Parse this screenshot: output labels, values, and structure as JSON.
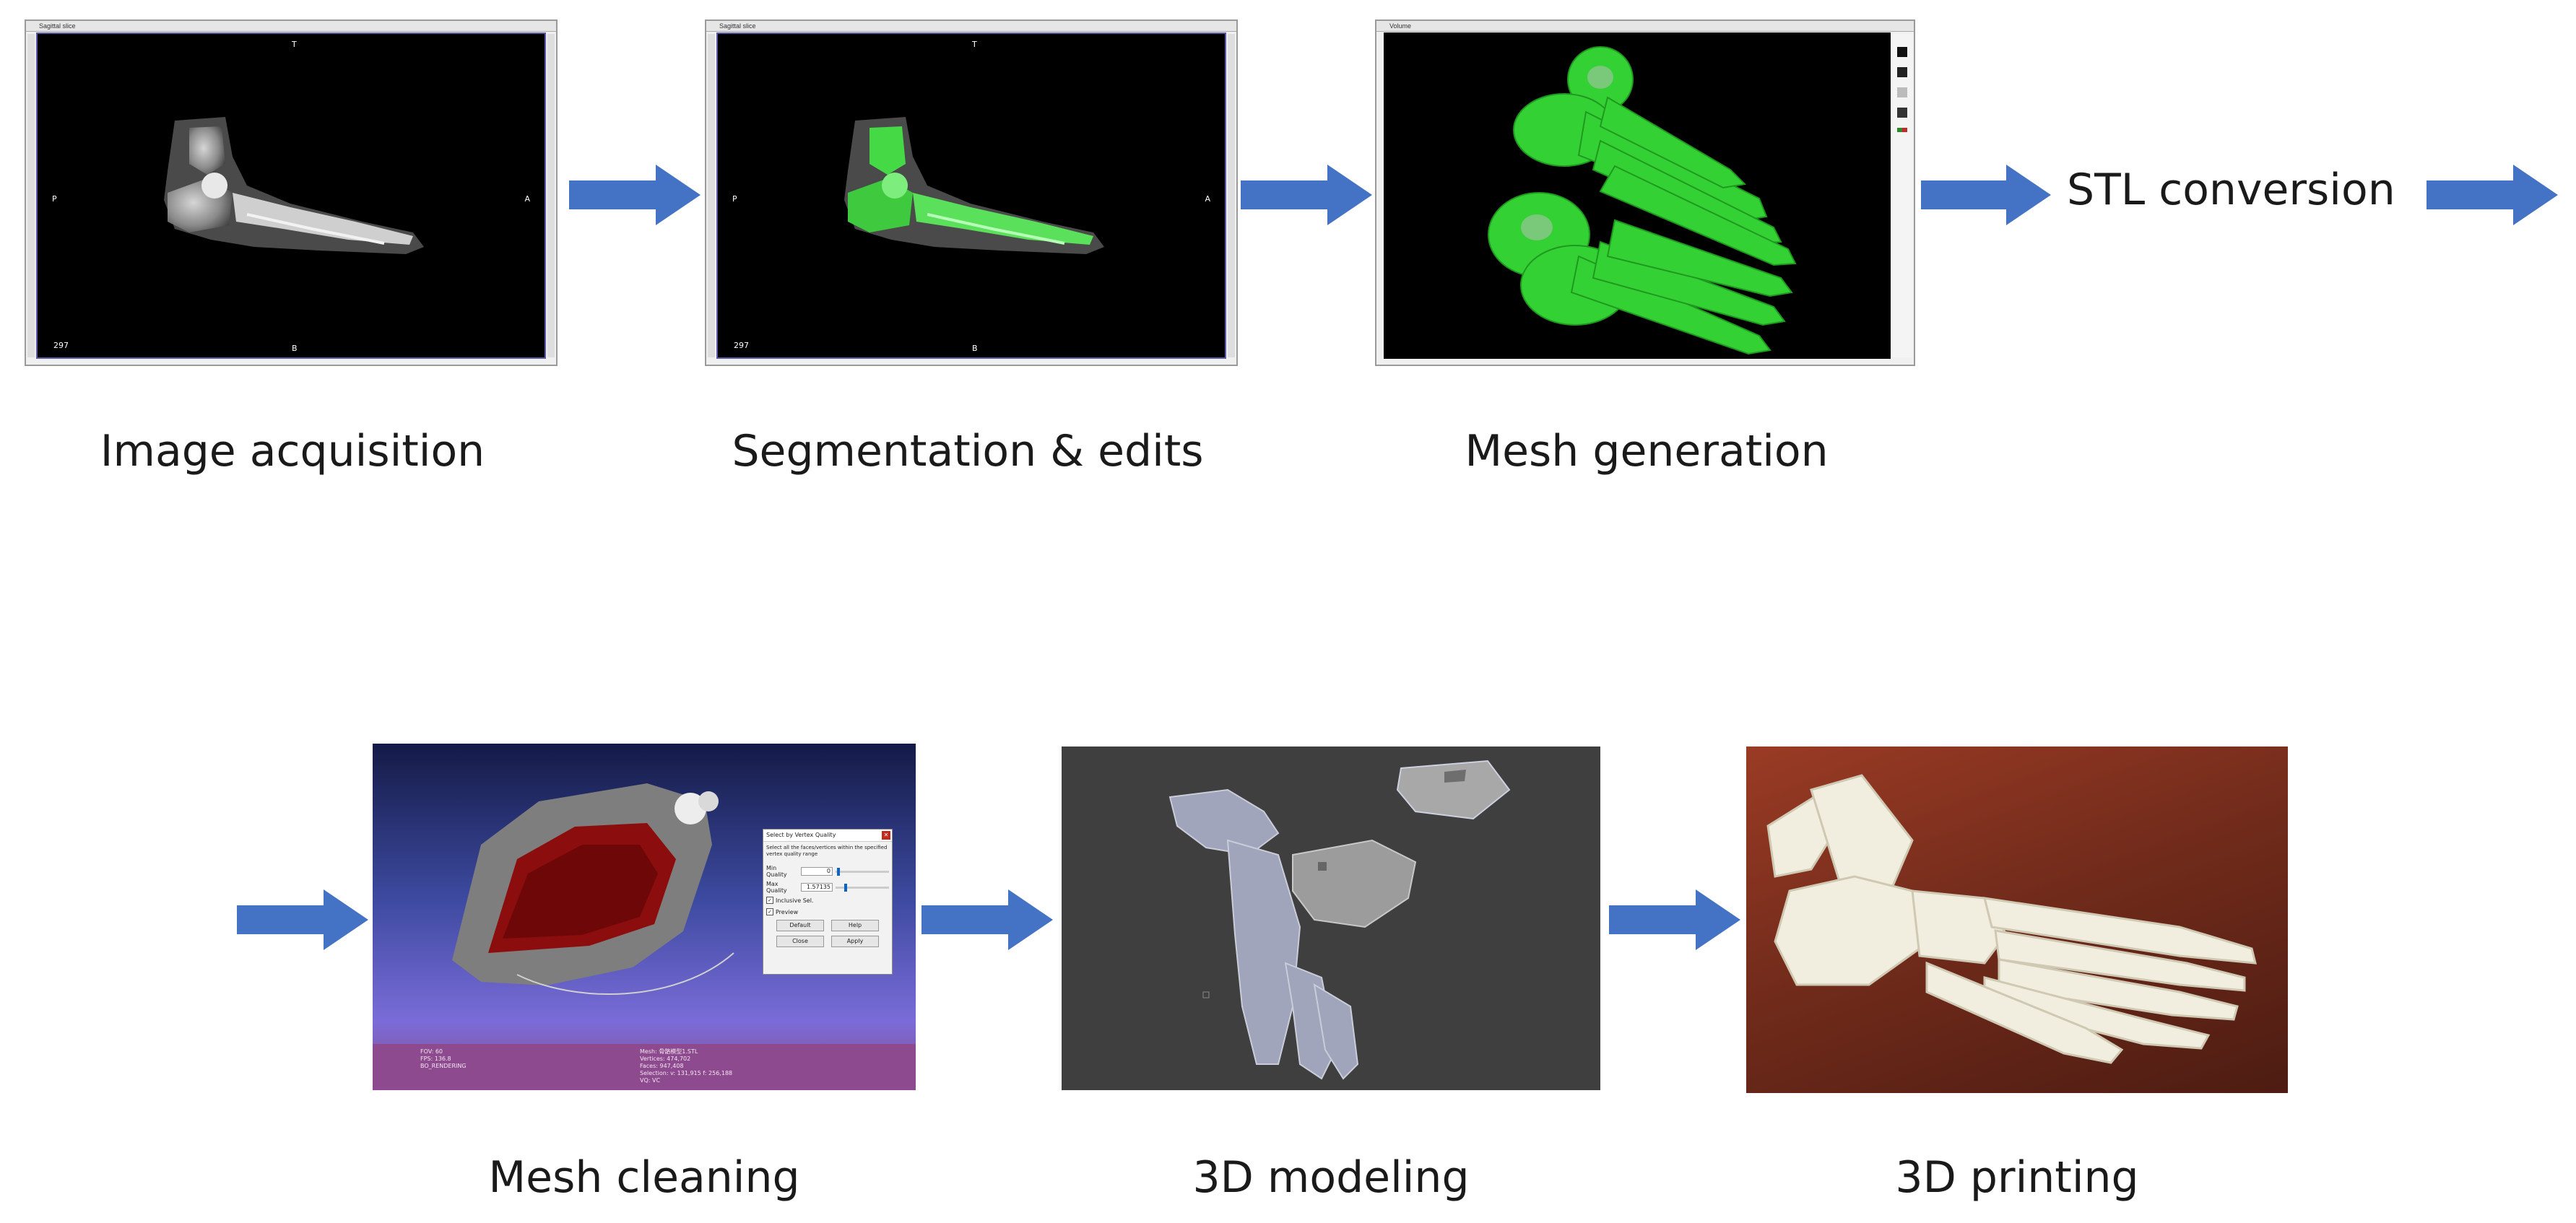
{
  "steps": [
    {
      "id": "image-acquisition",
      "label": "Image acquisition"
    },
    {
      "id": "segmentation",
      "label": "Segmentation & edits"
    },
    {
      "id": "mesh-generation",
      "label": "Mesh generation"
    },
    {
      "id": "stl-conversion",
      "label": "STL conversion"
    },
    {
      "id": "mesh-cleaning",
      "label": "Mesh cleaning"
    },
    {
      "id": "modeling",
      "label": "3D modeling"
    },
    {
      "id": "printing",
      "label": "3D printing"
    }
  ],
  "viewer": {
    "sagittal_title": "Sagittal slice",
    "volume_title": "Volume",
    "orient_top": "T",
    "orient_bottom": "B",
    "orient_left": "P",
    "orient_right": "A",
    "slice_number": "297"
  },
  "mesh_dialog": {
    "title": "Select by Vertex Quality",
    "description": "Select all the faces/vertices within the specified vertex quality range",
    "min_label": "Min Quality",
    "min_value": "0",
    "max_label": "Max Quality",
    "max_value": "1.57135",
    "inclusive": "Inclusive Sel.",
    "preview": "Preview",
    "btn_default": "Default",
    "btn_help": "Help",
    "btn_close": "Close",
    "btn_apply": "Apply",
    "status_left": [
      "FOV: 60",
      "FPS: 136.8",
      "BO_RENDERING"
    ],
    "status_right": [
      "Mesh: 骨骼模型1.STL",
      "Vertices: 474,702",
      "Faces: 947,408",
      "Selection: v: 131,915 f: 256,188",
      "VQ: VC"
    ]
  },
  "colors": {
    "arrow": "#4472C4",
    "bone_green": "#3fd63f",
    "mesh_bg_top": "#1a1f4a",
    "mesh_bg_bottom": "#8a4c8c",
    "lesion_red": "#8b0a0a",
    "print_white": "#f3efe2",
    "wood": "#7a2e1c"
  }
}
